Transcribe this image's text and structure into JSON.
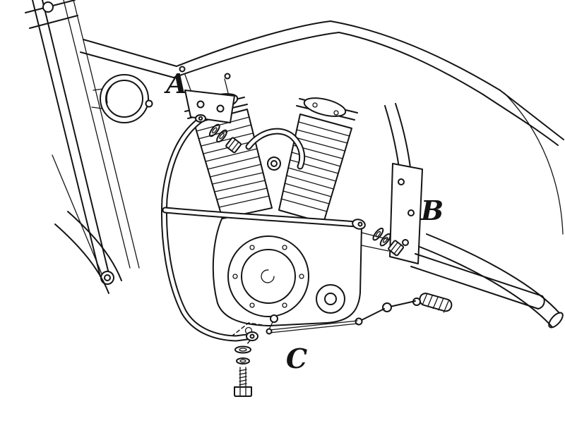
{
  "diagram": {
    "type": "technical-line-drawing",
    "subject": "Motorcycle engine guard mounting points",
    "labels": {
      "a": "A",
      "b": "B",
      "c": "C"
    },
    "colors": {
      "line": "#141414",
      "background": "#ffffff"
    }
  }
}
